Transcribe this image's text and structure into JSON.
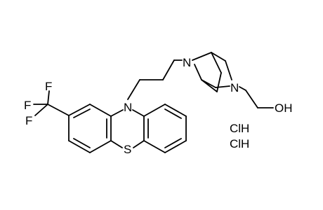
{
  "molecule": {
    "atom_labels": {
      "F1": "F",
      "F2": "F",
      "F3": "F",
      "N_phenothiazine": "N",
      "S": "S",
      "N_bridge": "N",
      "N_ring": "N",
      "OH": "OH"
    },
    "salts": [
      "ClH",
      "ClH"
    ]
  }
}
